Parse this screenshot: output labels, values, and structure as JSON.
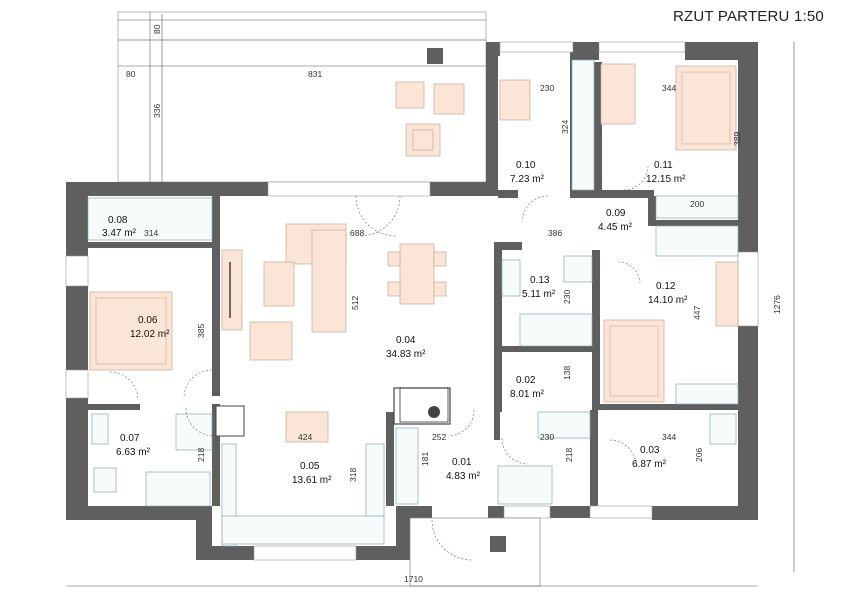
{
  "title": "RZUT PARTERU 1:50",
  "rooms": [
    {
      "num": "0.10",
      "area": "7.23 m²"
    },
    {
      "num": "0.11",
      "area": "12.15 m²"
    },
    {
      "num": "0.09",
      "area": "4.45 m²"
    },
    {
      "num": "0.08",
      "area": "3.47 m²"
    },
    {
      "num": "0.06",
      "area": "12.02 m²"
    },
    {
      "num": "0.04",
      "area": "34.83 m²"
    },
    {
      "num": "0.13",
      "area": "5.11 m²"
    },
    {
      "num": "0.12",
      "area": "14.10 m²"
    },
    {
      "num": "0.02",
      "area": "8.01 m²"
    },
    {
      "num": "0.07",
      "area": "6.63 m²"
    },
    {
      "num": "0.05",
      "area": "13.61 m²"
    },
    {
      "num": "0.01",
      "area": "4.83 m²"
    },
    {
      "num": "0.03",
      "area": "6.87 m²"
    }
  ],
  "dimensions": {
    "d80_top": "80",
    "d80_left": "80",
    "d831": "831",
    "d336": "336",
    "d230_a": "230",
    "d344_a": "344",
    "d324": "324",
    "d389": "389",
    "d200": "200",
    "d314": "314",
    "d688": "688",
    "d386": "386",
    "d512": "512",
    "d385": "385",
    "d230_b": "230",
    "d447": "447",
    "d1276": "1276",
    "d138": "138",
    "d424": "424",
    "d252": "252",
    "d230_c": "230",
    "d344_b": "344",
    "d218_a": "218",
    "d318": "318",
    "d181": "181",
    "d218_b": "218",
    "d206": "206",
    "d1710": "1710"
  }
}
